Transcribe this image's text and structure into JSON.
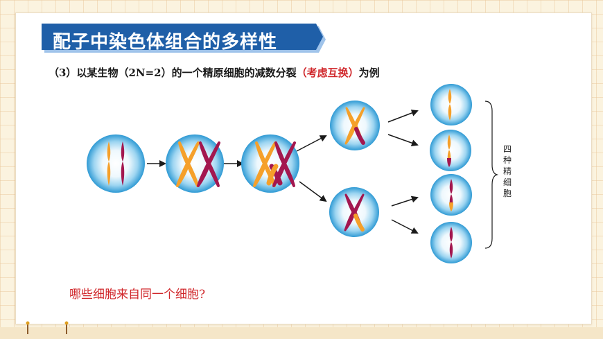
{
  "title": "配子中染色体组合的多样性",
  "subtitle_prefix": "（3）以某生物（2N=2）的一个精原细胞的减数分裂",
  "subtitle_highlight": "（考虑互换）",
  "subtitle_suffix": "为例",
  "side_label": "四种精细胞",
  "question": "哪些细胞来自同一个细胞?",
  "colors": {
    "title_bg": "#1f5fa8",
    "orange": "#f5a02a",
    "purple": "#a3174f",
    "cell_outer": "#3aa6dc",
    "cell_inner": "#e9f6fd",
    "highlight": "#d0262a"
  }
}
